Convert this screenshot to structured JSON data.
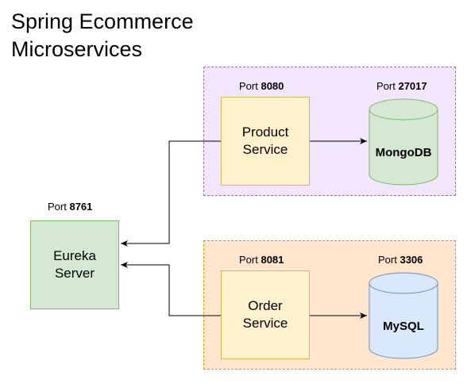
{
  "title": "Spring Ecommerce\nMicroservices",
  "colors": {
    "product_group_fill": "#f2e6fc",
    "product_group_border": "#9673a6",
    "order_group_fill": "#ffe6cc",
    "order_group_border": "#d79b00",
    "service_fill": "#fff2cc",
    "service_border": "#d6b656",
    "eureka_fill": "#d5e8d4",
    "eureka_border": "#82b366",
    "mongo_fill": "#d5e8d4",
    "mongo_border": "#82b366",
    "mysql_fill": "#dae8fc",
    "mysql_border": "#6c8ebf",
    "edge": "#000000"
  },
  "eureka": {
    "port_prefix": "Port ",
    "port": "8761",
    "label": "Eureka\nServer"
  },
  "product_service": {
    "port_prefix": "Port ",
    "port": "8080",
    "label": "Product\nService"
  },
  "order_service": {
    "port_prefix": "Port ",
    "port": "8081",
    "label": "Order\nService"
  },
  "mongodb": {
    "port_prefix": "Port ",
    "port": "27017",
    "label": "MongoDB"
  },
  "mysql": {
    "port_prefix": "Port ",
    "port": "3306",
    "label": "MySQL"
  },
  "edges": [
    {
      "from": "product_service",
      "to": "eureka"
    },
    {
      "from": "order_service",
      "to": "eureka"
    },
    {
      "from": "product_service",
      "to": "mongodb"
    },
    {
      "from": "order_service",
      "to": "mysql"
    }
  ]
}
